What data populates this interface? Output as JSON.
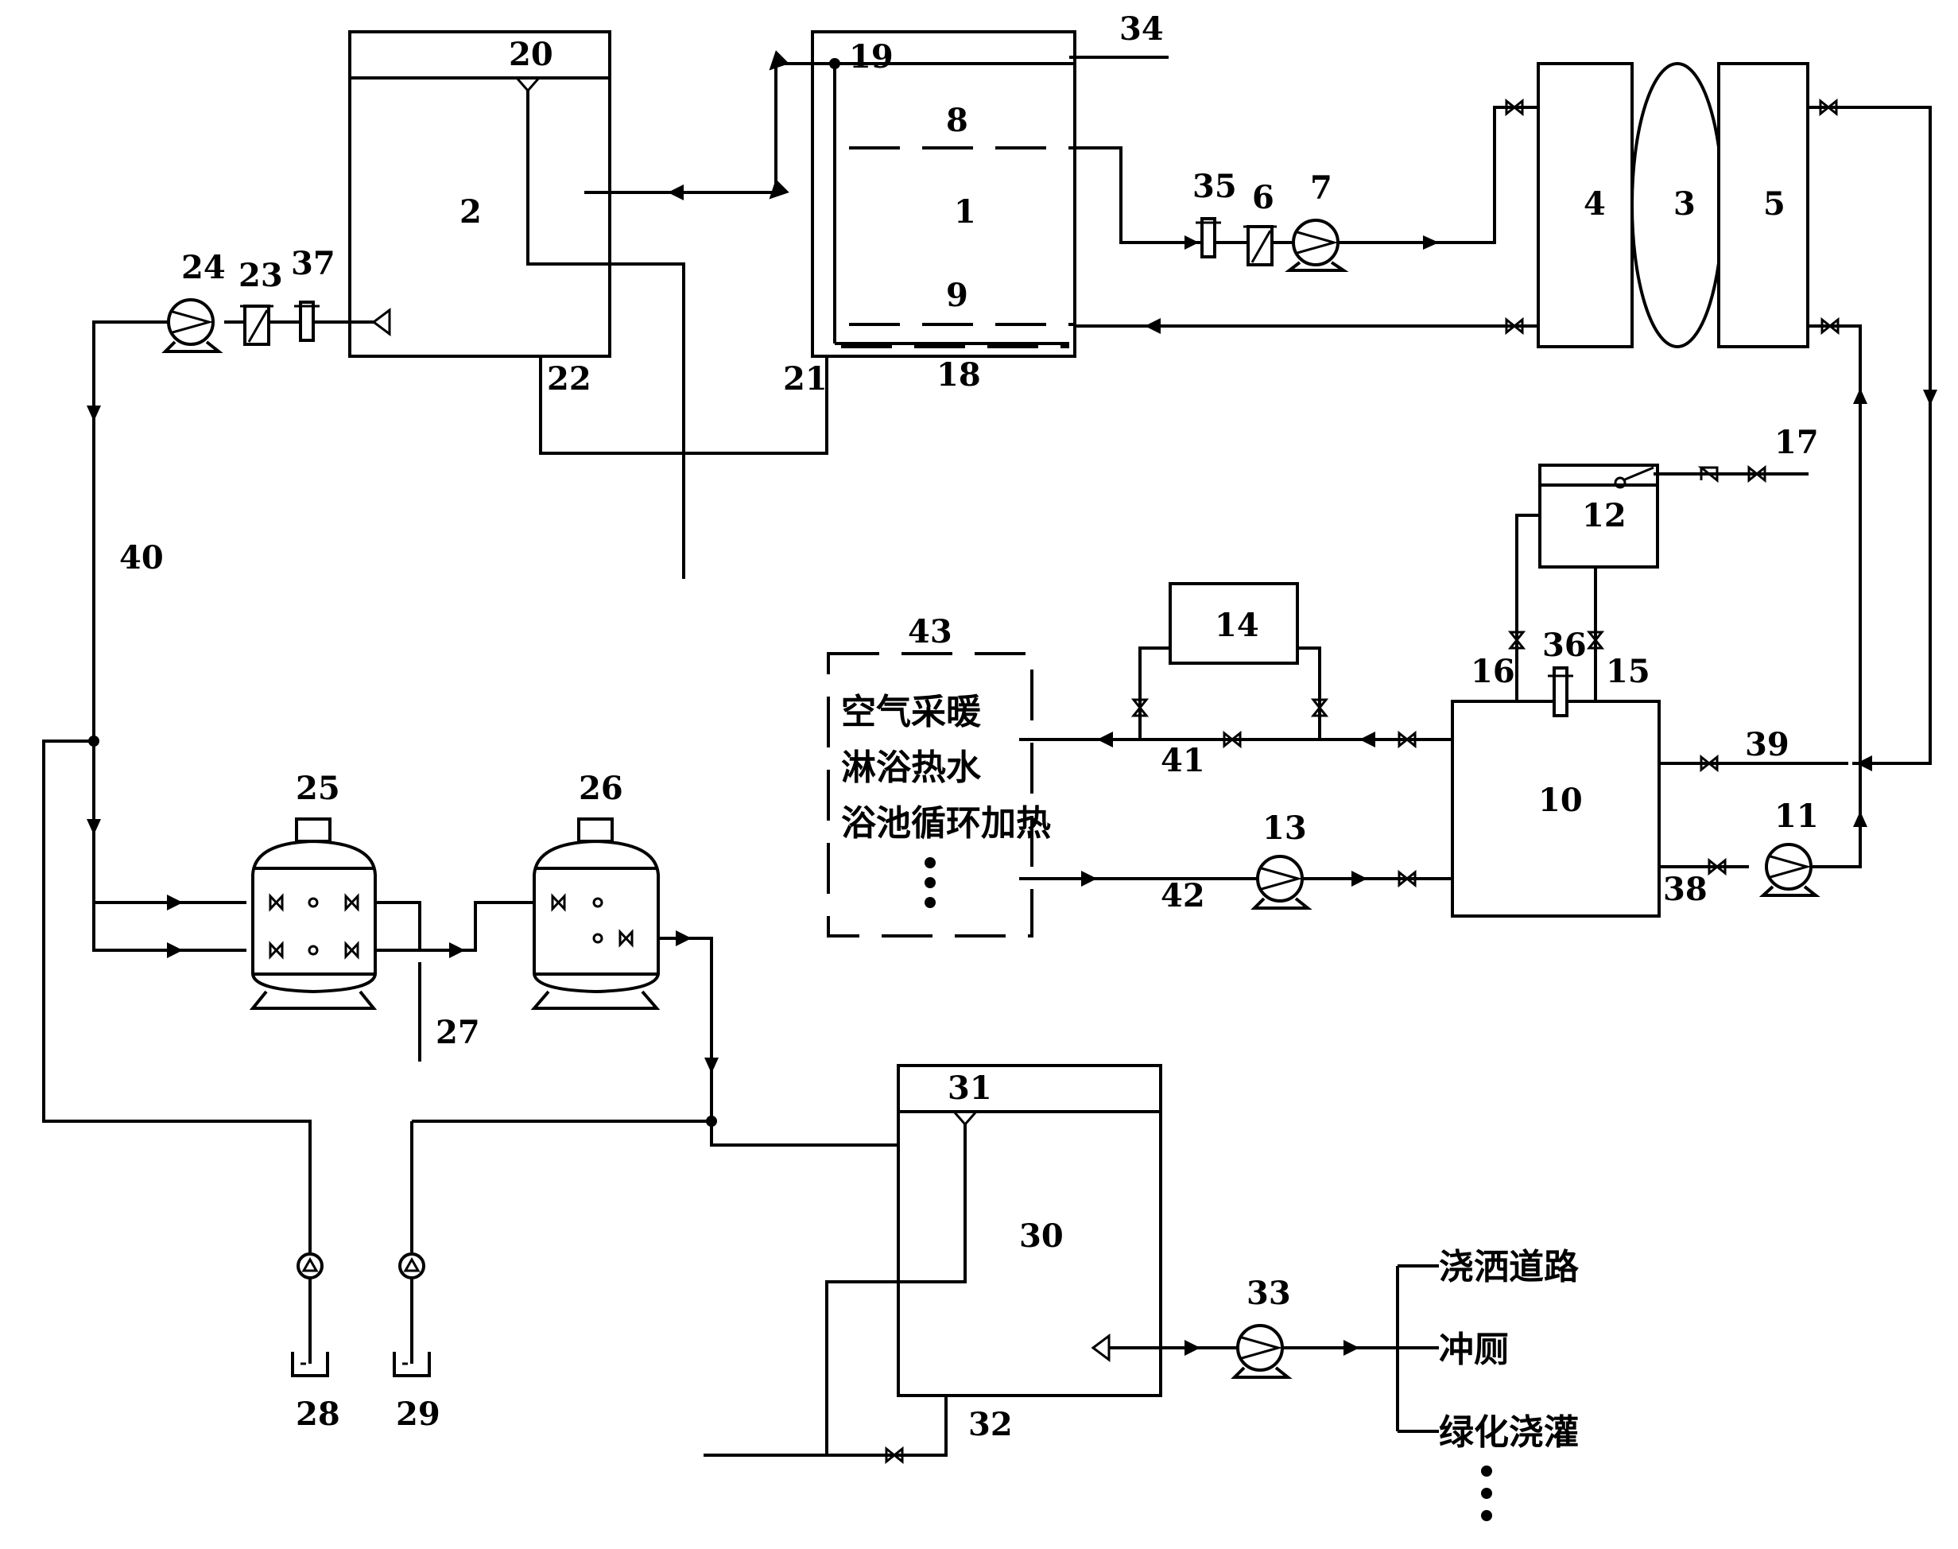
{
  "labels": {
    "l1": "1",
    "l2": "2",
    "l3": "3",
    "l4": "4",
    "l5": "5",
    "l6": "6",
    "l7": "7",
    "l8": "8",
    "l9": "9",
    "l10": "10",
    "l11": "11",
    "l12": "12",
    "l13": "13",
    "l14": "14",
    "l15": "15",
    "l16": "16",
    "l17": "17",
    "l18": "18",
    "l19": "19",
    "l20": "20",
    "l21": "21",
    "l22": "22",
    "l23": "23",
    "l24": "24",
    "l25": "25",
    "l26": "26",
    "l27": "27",
    "l28": "28",
    "l29": "29",
    "l30": "30",
    "l31": "31",
    "l32": "32",
    "l33": "33",
    "l34": "34",
    "l35": "35",
    "l36": "36",
    "l37": "37",
    "l38": "38",
    "l39": "39",
    "l40": "40",
    "l41": "41",
    "l42": "42",
    "l43": "43"
  },
  "uses_heat": [
    "空气采暖",
    "淋浴热水",
    "浴池循环加热"
  ],
  "uses_water": [
    "浇洒道路",
    "冲厕",
    "绿化浇灌"
  ]
}
